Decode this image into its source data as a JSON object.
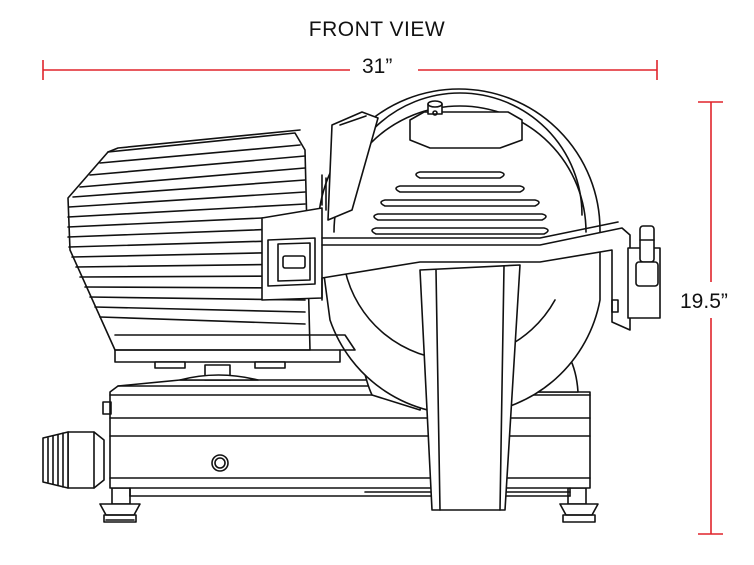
{
  "title": "FRONT VIEW",
  "dimensions": {
    "width_label": "31”",
    "height_label": "19.5”"
  },
  "colors": {
    "dimension_line": "#e0242b",
    "outline": "#111111",
    "background": "#ffffff"
  }
}
